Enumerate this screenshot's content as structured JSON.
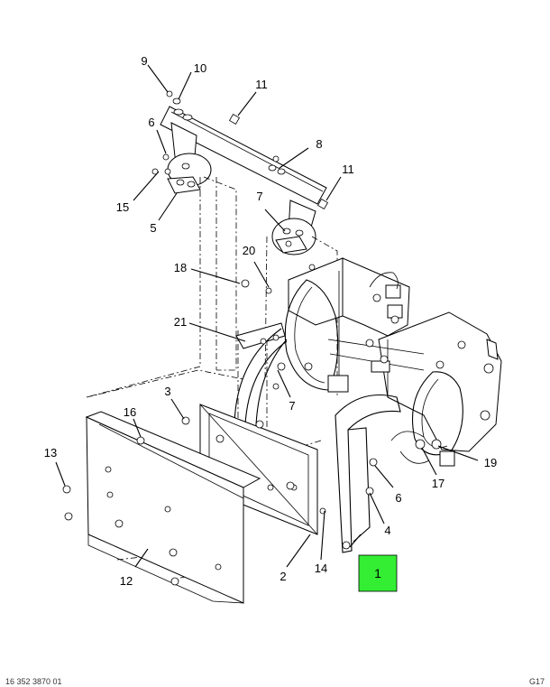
{
  "callouts": [
    {
      "num": "1",
      "highlight": true
    },
    {
      "num": "2"
    },
    {
      "num": "3"
    },
    {
      "num": "4"
    },
    {
      "num": "5"
    },
    {
      "num": "6"
    },
    {
      "num": "6"
    },
    {
      "num": "7"
    },
    {
      "num": "7"
    },
    {
      "num": "8"
    },
    {
      "num": "9"
    },
    {
      "num": "10"
    },
    {
      "num": "11"
    },
    {
      "num": "11"
    },
    {
      "num": "12"
    },
    {
      "num": "13"
    },
    {
      "num": "14"
    },
    {
      "num": "15"
    },
    {
      "num": "16"
    },
    {
      "num": "17"
    },
    {
      "num": "18"
    },
    {
      "num": "19"
    },
    {
      "num": "20"
    },
    {
      "num": "21"
    }
  ],
  "highlight_color": "#33ee33",
  "footer": {
    "left": "16 352 3870 01",
    "right": "G17"
  }
}
